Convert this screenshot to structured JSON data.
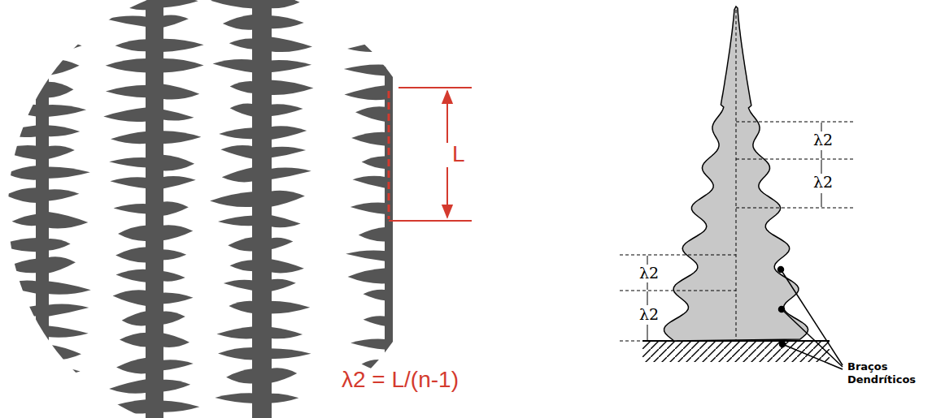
{
  "diagram": {
    "labels": [
      "L",
      "λ2 = L/(n-1)",
      "λ2",
      "λ2",
      "λ2",
      "λ2",
      "Braços Dendríticos"
    ]
  }
}
